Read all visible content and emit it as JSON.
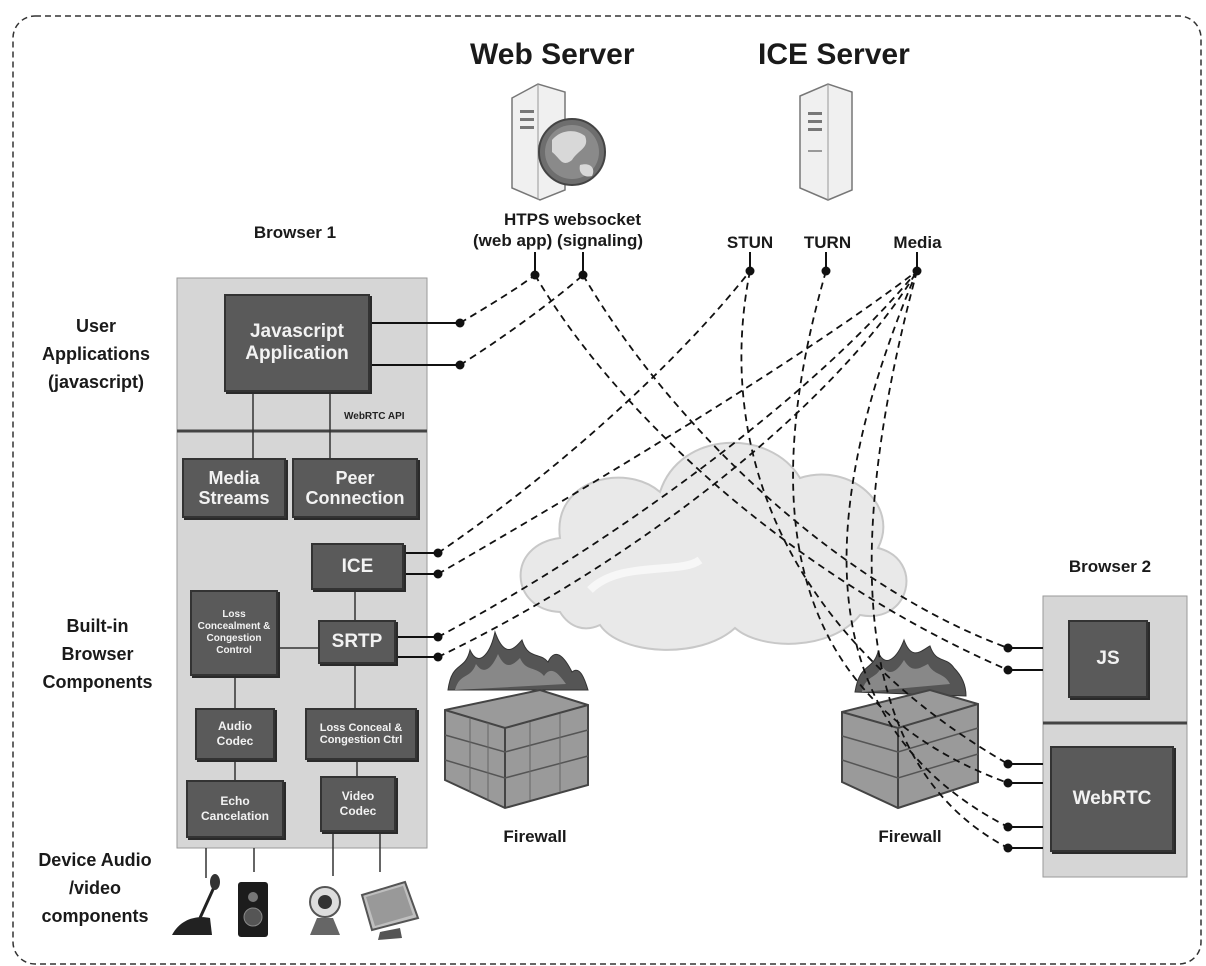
{
  "titles": {
    "web_server": "Web Server",
    "ice_server": "ICE Server"
  },
  "server_labels": {
    "https_websocket": "HTPS websocket",
    "web_app_signaling": "(web app) (signaling)",
    "stun": "STUN",
    "turn": "TURN",
    "media": "Media"
  },
  "browser1": {
    "title": "Browser 1",
    "webrtc_api": "WebRTC API",
    "components": {
      "javascript_app": "Javascript Application",
      "media_streams": "Media Streams",
      "peer_connection": "Peer Connection",
      "ice": "ICE",
      "srtp": "SRTP",
      "loss_concealment": "Loss Concealment & Congestion Control",
      "audio_codec": "Audio Codec",
      "loss_conceal_ctrl": "Loss Conceal & Congestion Ctrl",
      "echo_cancelation": "Echo Cancelation",
      "video_codec": "Video Codec"
    }
  },
  "browser2": {
    "title": "Browser 2",
    "js": "JS",
    "webrtc": "WebRTC"
  },
  "layers": {
    "user_apps": "User Applications (javascript)",
    "builtin": "Built-in Browser Components",
    "devices": "Device Audio /video components"
  },
  "firewall_left": "Firewall",
  "firewall_right": "Firewall",
  "colors": {
    "box": "#5a5a5a",
    "browser_bg": "#d6d6d6",
    "line": "#111111"
  },
  "icons": [
    "server-globe-icon",
    "server-tower-icon",
    "cloud-icon",
    "firewall-icon",
    "microphone-icon",
    "speaker-icon",
    "webcam-icon",
    "monitor-icon"
  ]
}
